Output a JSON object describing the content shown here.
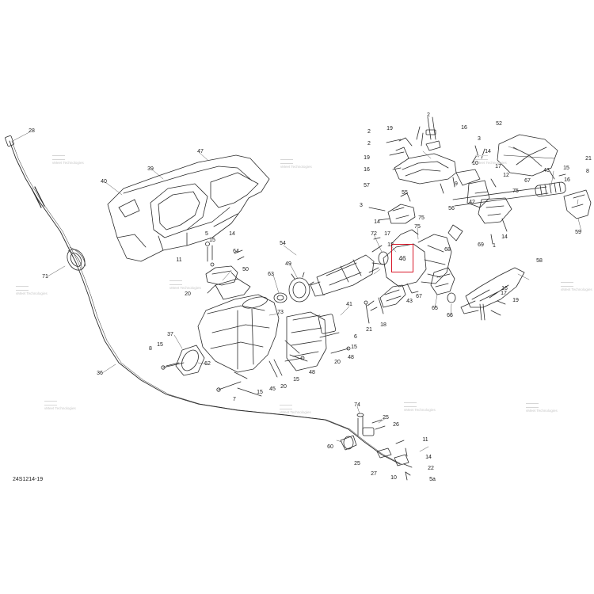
{
  "diagram": {
    "reference_code": "24S1214-19",
    "highlight_color": "#d8192a",
    "line_color": "#2b2b2b",
    "selected_part": "46",
    "watermark_text": "vMeet Technologies",
    "callouts": [
      {
        "label": "28"
      },
      {
        "label": "47"
      },
      {
        "label": "39"
      },
      {
        "label": "40"
      },
      {
        "label": "71"
      },
      {
        "label": "36"
      },
      {
        "label": "5"
      },
      {
        "label": "15"
      },
      {
        "label": "14"
      },
      {
        "label": "64"
      },
      {
        "label": "11"
      },
      {
        "label": "20"
      },
      {
        "label": "50"
      },
      {
        "label": "54"
      },
      {
        "label": "49"
      },
      {
        "label": "63"
      },
      {
        "label": "72"
      },
      {
        "label": "12"
      },
      {
        "label": "46"
      },
      {
        "label": "2"
      },
      {
        "label": "19"
      },
      {
        "label": "2"
      },
      {
        "label": "16"
      },
      {
        "label": "2"
      },
      {
        "label": "19"
      },
      {
        "label": "16"
      },
      {
        "label": "57"
      },
      {
        "label": "55"
      },
      {
        "label": "3"
      },
      {
        "label": "14"
      },
      {
        "label": "75"
      },
      {
        "label": "17"
      },
      {
        "label": "75"
      },
      {
        "label": "68"
      },
      {
        "label": "52"
      },
      {
        "label": "3"
      },
      {
        "label": "14"
      },
      {
        "label": "10"
      },
      {
        "label": "9"
      },
      {
        "label": "17"
      },
      {
        "label": "12"
      },
      {
        "label": "75"
      },
      {
        "label": "42"
      },
      {
        "label": "56"
      },
      {
        "label": "67"
      },
      {
        "label": "43"
      },
      {
        "label": "15"
      },
      {
        "label": "21"
      },
      {
        "label": "8"
      },
      {
        "label": "16"
      },
      {
        "label": "59"
      },
      {
        "label": "14"
      },
      {
        "label": "1"
      },
      {
        "label": "69"
      },
      {
        "label": "58"
      },
      {
        "label": "65"
      },
      {
        "label": "66"
      },
      {
        "label": "16"
      },
      {
        "label": "17"
      },
      {
        "label": "19"
      },
      {
        "label": "67"
      },
      {
        "label": "43"
      },
      {
        "label": "21"
      },
      {
        "label": "18"
      },
      {
        "label": "41"
      },
      {
        "label": "73"
      },
      {
        "label": "6"
      },
      {
        "label": "15"
      },
      {
        "label": "48"
      },
      {
        "label": "20"
      },
      {
        "label": "48"
      },
      {
        "label": "15"
      },
      {
        "label": "37"
      },
      {
        "label": "15"
      },
      {
        "label": "8"
      },
      {
        "label": "62"
      },
      {
        "label": "7"
      },
      {
        "label": "15"
      },
      {
        "label": "45"
      },
      {
        "label": "20"
      },
      {
        "label": "74"
      },
      {
        "label": "25"
      },
      {
        "label": "26"
      },
      {
        "label": "60"
      },
      {
        "label": "25"
      },
      {
        "label": "11"
      },
      {
        "label": "14"
      },
      {
        "label": "22"
      },
      {
        "label": "27"
      },
      {
        "label": "10"
      },
      {
        "label": "5a"
      }
    ]
  }
}
